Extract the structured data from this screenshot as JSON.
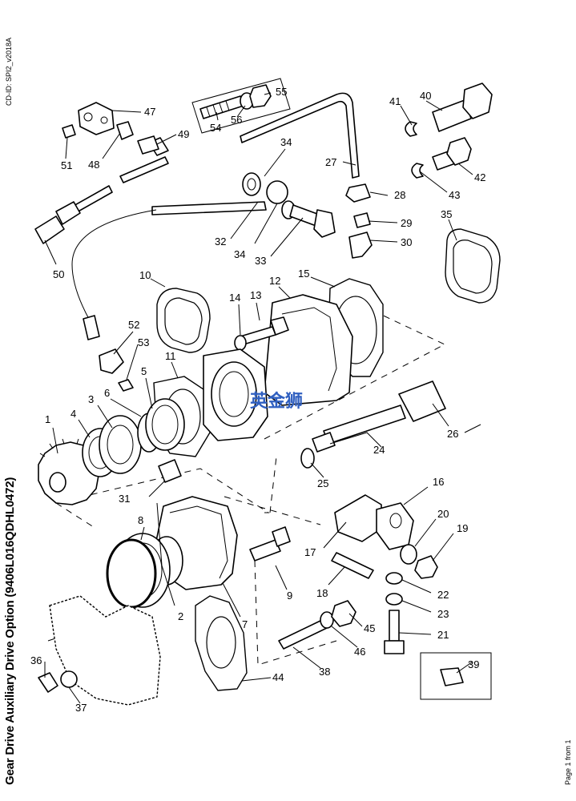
{
  "header": {
    "cd_id": "CD-ID: SPI2_v2018A"
  },
  "title": "Gear Drive Auxiliary Drive Option (9406L016QDHL0472)",
  "footer": {
    "page": "Page 1 from 1"
  },
  "watermark": "英金狮",
  "callouts": [
    "1",
    "2",
    "3",
    "4",
    "5",
    "6",
    "7",
    "8",
    "9",
    "10",
    "11",
    "12",
    "13",
    "14",
    "15",
    "16",
    "17",
    "18",
    "19",
    "20",
    "21",
    "22",
    "23",
    "24",
    "25",
    "26",
    "27",
    "28",
    "29",
    "30",
    "31",
    "32",
    "33",
    "34",
    "35",
    "36",
    "37",
    "38",
    "39",
    "40",
    "41",
    "42",
    "43",
    "44",
    "45",
    "46",
    "47",
    "48",
    "49",
    "50",
    "51",
    "52",
    "53",
    "54",
    "55",
    "56"
  ],
  "callouts_repeated": [
    "34"
  ],
  "colors": {
    "line": "#000000",
    "watermark": "#2f5fc0",
    "background": "#ffffff"
  }
}
